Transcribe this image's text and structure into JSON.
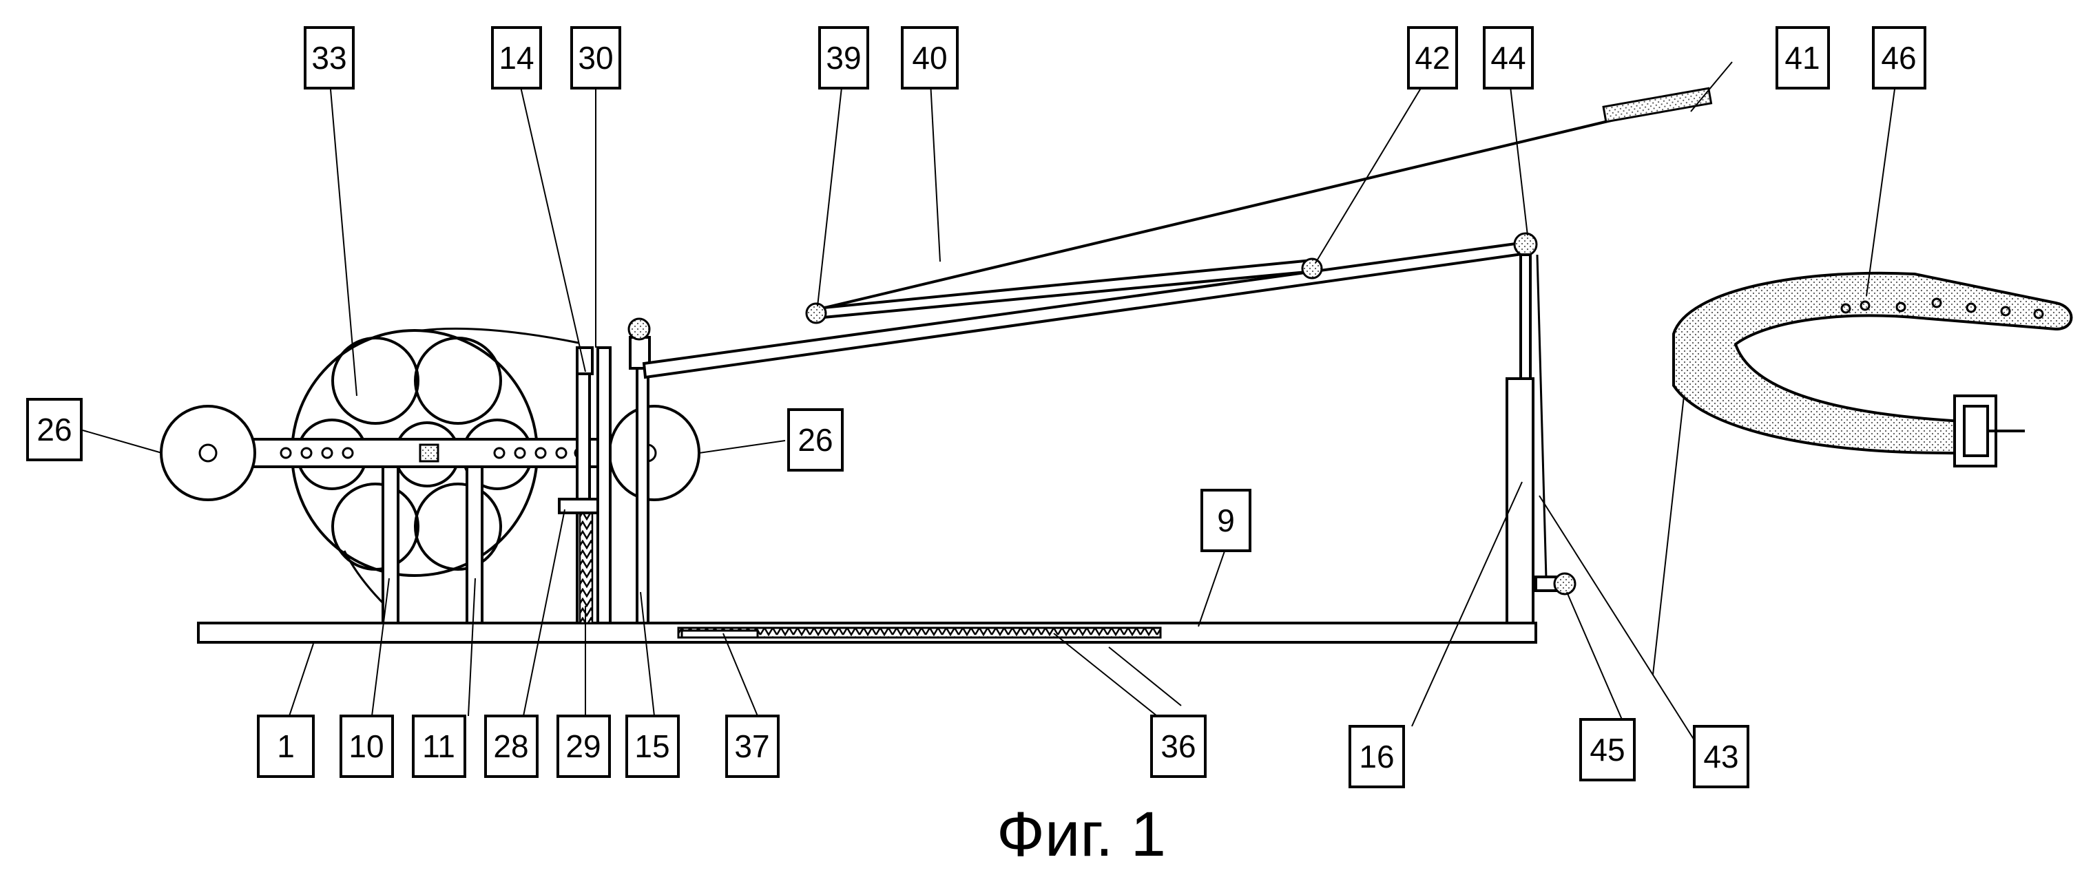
{
  "figure": {
    "caption": "Фиг. 1",
    "labels": {
      "l1": "1",
      "l9": "9",
      "l10": "10",
      "l11": "11",
      "l14": "14",
      "l15": "15",
      "l16": "16",
      "l26a": "26",
      "l26b": "26",
      "l28": "28",
      "l29": "29",
      "l30": "30",
      "l33": "33",
      "l36": "36",
      "l37": "37",
      "l39": "39",
      "l40": "40",
      "l41": "41",
      "l42": "42",
      "l43": "43",
      "l44": "44",
      "l45": "45",
      "l46": "46"
    }
  }
}
